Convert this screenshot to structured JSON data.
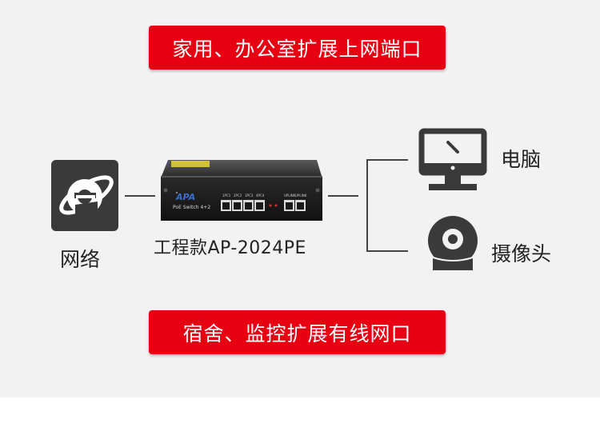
{
  "banner_top": "家用、办公室扩展上网端口",
  "banner_bottom": "宿舍、监控扩展有线网口",
  "network_label": "网络",
  "switch_model": "工程款AP-2024PE",
  "computer_label": "电脑",
  "camera_label": "摄像头",
  "switch_device": {
    "brand": "APA",
    "series": "PoE Switch 4+2",
    "poe_port_labels": [
      "1PC1",
      "2PC2",
      "3PC3",
      "4PC4"
    ],
    "uplink_port_labels": [
      "UPLINK",
      "UPLINK"
    ]
  },
  "colors": {
    "accent_red": "#e60012",
    "icon_dark": "#3a3a3a",
    "background": "#f2f2f2"
  },
  "icons": [
    "internet-explorer-icon",
    "computer-monitor-icon",
    "webcam-icon"
  ]
}
